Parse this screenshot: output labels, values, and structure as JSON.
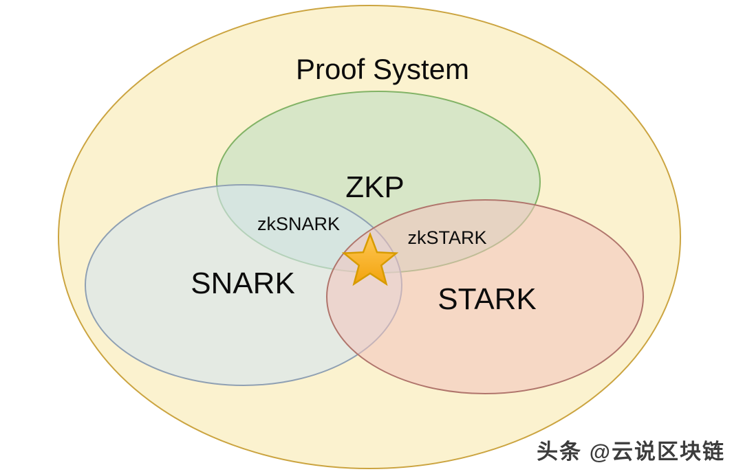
{
  "diagram": {
    "type": "venn",
    "outer_set": {
      "label": "Proof System",
      "fill": "#FBF2CF",
      "stroke": "#CBA440"
    },
    "set_zkp": {
      "label": "ZKP",
      "fill": "#CBE2C4",
      "stroke": "#82B366",
      "opacity": "0.75"
    },
    "set_snark": {
      "label": "SNARK",
      "fill": "#D6E4F0",
      "stroke": "#8FA0B3",
      "opacity": "0.60"
    },
    "set_stark": {
      "label": "STARK",
      "fill": "#F3C3BD",
      "stroke": "#B0756C",
      "opacity": "0.55"
    },
    "intersection_zksnark": {
      "label": "zkSNARK",
      "meaning": "ZKP ∩ SNARK"
    },
    "intersection_zkstark": {
      "label": "zkSTARK",
      "meaning": "ZKP ∩ STARK"
    },
    "center_marker": {
      "shape": "star",
      "fill_top": "#FFC855",
      "fill_bottom": "#F2A30E",
      "stroke": "#D79B00"
    }
  },
  "watermark": {
    "text": "头条 @云说区块链",
    "color": "#8F8F8F"
  }
}
